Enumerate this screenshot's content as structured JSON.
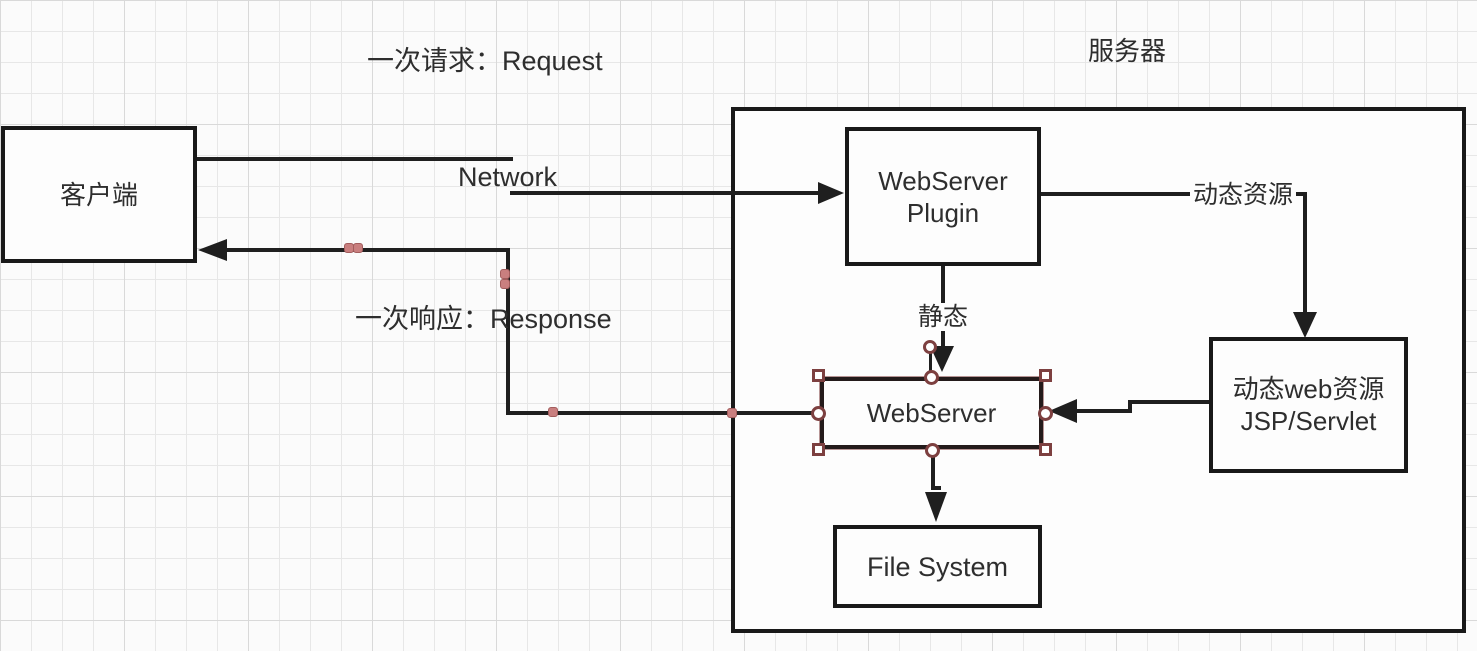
{
  "labels": {
    "request": "一次请求：Request",
    "response": "一次响应：Response",
    "network": "Network",
    "server_region": "服务器",
    "static_flow": "静态",
    "dynamic_flow": "动态资源"
  },
  "nodes": {
    "client": {
      "label": "客户端"
    },
    "plugin": {
      "line1": "WebServer",
      "line2": "Plugin"
    },
    "webserver": {
      "label": "WebServer"
    },
    "dynamic_web": {
      "line1": "动态web资源",
      "line2": "JSP/Servlet"
    },
    "file_system": {
      "label": "File System"
    }
  },
  "colors": {
    "line": "#1f1f1f",
    "text": "#2e2e2e",
    "selection": "#7d4040",
    "waypoint": "#c97f7f",
    "canvas_bg": "#fbfbfb",
    "grid_line": "#e7e7e7"
  }
}
